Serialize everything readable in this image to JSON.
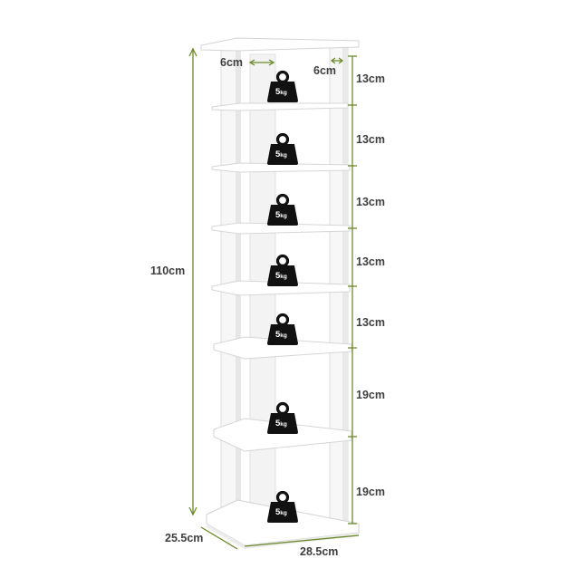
{
  "product": {
    "total_height": "110cm",
    "depth": "25.5cm",
    "width": "28.5cm",
    "left_gap": "6cm",
    "right_gap": "6cm"
  },
  "shelf_spacings": [
    "13cm",
    "13cm",
    "13cm",
    "13cm",
    "13cm",
    "19cm",
    "19cm"
  ],
  "load_labels": [
    "5kg",
    "5kg",
    "5kg",
    "5kg",
    "5kg",
    "5kg",
    "5kg"
  ],
  "colors": {
    "dimension_line": "#6b8a2a",
    "label_text": "#3f3f3f",
    "weight_icon": "#111111",
    "shelf_white": "#ffffff",
    "shelf_edge": "#d8d8d8"
  }
}
